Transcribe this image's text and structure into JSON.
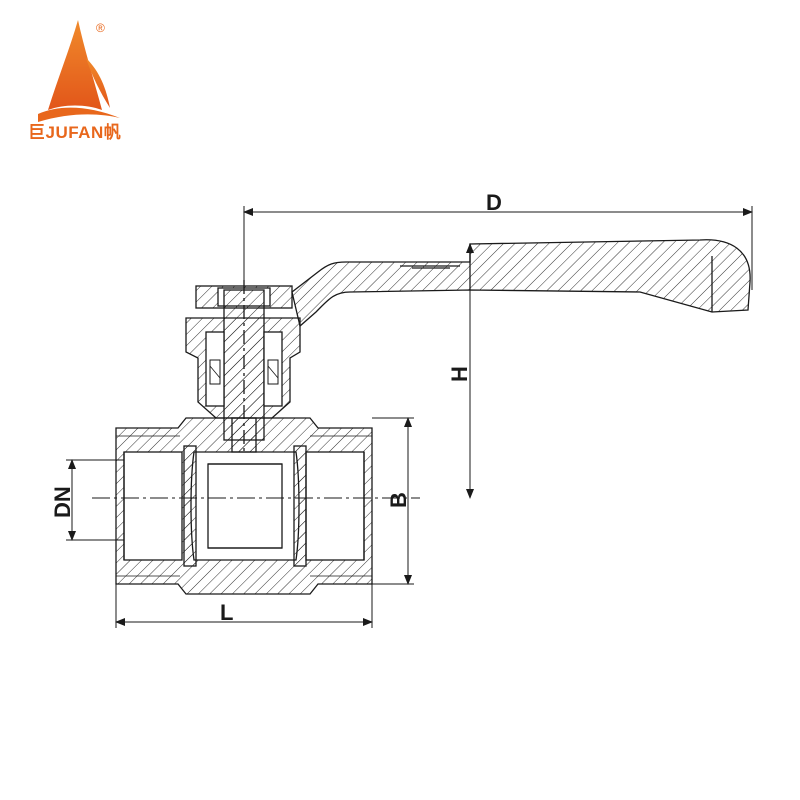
{
  "brand": {
    "name": "巨JUFAN帆",
    "registered_mark": "®",
    "color": "#E8671C"
  },
  "diagram": {
    "title": "",
    "dimensions": {
      "D": "D",
      "H": "H",
      "B": "B",
      "DN": "DN",
      "L": "L"
    },
    "line_color": "#1a1a1a"
  }
}
